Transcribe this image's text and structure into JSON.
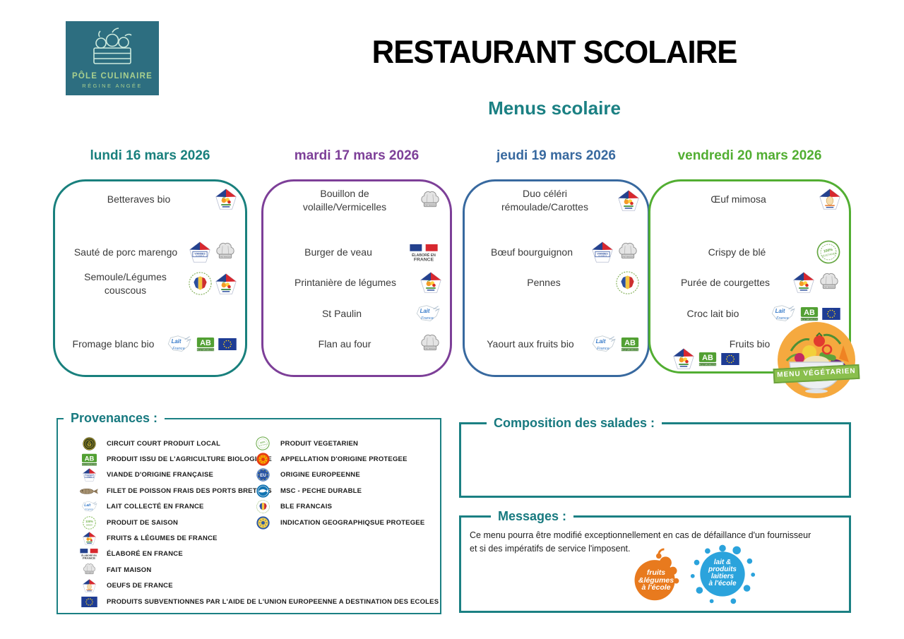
{
  "logo": {
    "title": "PÔLE CULINAIRE",
    "subtitle": "RÉGINE ANGÉE",
    "bg_color": "#2d6e80",
    "text_color": "#a9d08e",
    "icon": "vegetable-crate-icon"
  },
  "header": {
    "title": "RESTAURANT SCOLAIRE",
    "subtitle": "Menus scolaire",
    "subtitle_color": "#1b8083"
  },
  "menu": {
    "columns": [
      {
        "day": "lundi 16 mars 2026",
        "color": "#19807d",
        "items": [
          {
            "label": "Betteraves bio",
            "slot": 1,
            "badges": [
              "fruits-legumes-de-france"
            ]
          },
          {
            "label": "Sauté de porc marengo",
            "slot": 2,
            "badges": [
              "viandes-de-france",
              "fait-maison"
            ]
          },
          {
            "label": "Semoule/Légumes couscous",
            "slot": 3,
            "badges": [
              "ble-francais",
              "fruits-legumes-de-france"
            ]
          },
          {
            "label": "Fromage blanc bio",
            "slot": 5,
            "badges": [
              "lait-collecte-en-france",
              "agriculture-biologique",
              "union-europeenne"
            ]
          }
        ]
      },
      {
        "day": "mardi 17 mars 2026",
        "color": "#7d3f98",
        "items": [
          {
            "label": "Bouillon de\nvolaille/Vermicelles",
            "slot": 1,
            "badges": [
              "fait-maison"
            ]
          },
          {
            "label": "Burger de veau",
            "slot": 2,
            "badges": [
              "elabore-en-france"
            ]
          },
          {
            "label": "Printanière de légumes",
            "slot": 3,
            "badges": [
              "fruits-legumes-de-france"
            ]
          },
          {
            "label": "St Paulin",
            "slot": 4,
            "badges": [
              "lait-collecte-en-france"
            ]
          },
          {
            "label": "Flan au four",
            "slot": 5,
            "badges": [
              "fait-maison"
            ]
          }
        ]
      },
      {
        "day": "jeudi 19 mars 2026",
        "color": "#38699f",
        "items": [
          {
            "label": "Duo céléri\nrémoulade/Carottes",
            "slot": 1,
            "badges": [
              "fruits-legumes-de-france"
            ]
          },
          {
            "label": "Bœuf bourguignon",
            "slot": 2,
            "badges": [
              "viandes-de-france",
              "fait-maison"
            ]
          },
          {
            "label": "Pennes",
            "slot": 3,
            "badges": [
              "ble-francais"
            ]
          },
          {
            "label": "Yaourt aux fruits bio",
            "slot": 5,
            "badges": [
              "lait-collecte-en-france",
              "agriculture-biologique"
            ]
          }
        ]
      },
      {
        "day": "vendredi 20 mars 2026",
        "color": "#52ae32",
        "items": [
          {
            "label": "Œuf mimosa",
            "slot": 1,
            "badges": [
              "oeufs-de-france"
            ]
          },
          {
            "label": "Crispy de blé",
            "slot": 2,
            "badges": [
              "produit-vegetarien"
            ]
          },
          {
            "label": "Purée de courgettes",
            "slot": 3,
            "badges": [
              "fruits-legumes-de-france",
              "fait-maison"
            ]
          },
          {
            "label": "Croc lait bio",
            "slot": 4,
            "badges": [
              "lait-collecte-en-france",
              "agriculture-biologique",
              "union-europeenne"
            ]
          },
          {
            "label": "Fruits bio",
            "slot": 5,
            "badges": [
              "fruits-legumes-de-france",
              "agriculture-biologique",
              "union-europeenne"
            ],
            "badges_below": true
          }
        ]
      }
    ],
    "vegetarian_badge_label": "MENU VÉGÉTARIEN"
  },
  "provenances": {
    "title": "Provenances :",
    "left": [
      {
        "icon": "circuit-court",
        "label": "CIRCUIT COURT PRODUIT LOCAL"
      },
      {
        "icon": "agriculture-biologique",
        "label": "PRODUIT ISSU DE L'AGRICULTURE BIOLOGIQUE"
      },
      {
        "icon": "viandes-de-france",
        "label": "VIANDE D'ORIGINE FRANÇAISE"
      },
      {
        "icon": "poisson-breton",
        "label": "FILET DE POISSON FRAIS DES PORTS BRETONS"
      },
      {
        "icon": "lait-collecte-en-france",
        "label": "LAIT COLLECTÉ EN FRANCE"
      },
      {
        "icon": "produit-de-saison",
        "label": "PRODUIT DE SAISON"
      },
      {
        "icon": "fruits-legumes-de-france",
        "label": "FRUITS & LÉGUMES DE FRANCE"
      },
      {
        "icon": "elabore-en-france",
        "label": "ÉLABORÉ EN FRANCE"
      },
      {
        "icon": "fait-maison",
        "label": "FAIT MAISON"
      },
      {
        "icon": "oeufs-de-france",
        "label": "OEUFS DE FRANCE"
      },
      {
        "icon": "union-europeenne",
        "label": "PRODUITS SUBVENTIONNES PAR L'AIDE DE L'UNION EUROPEENNE A DESTINATION DES ECOLES"
      }
    ],
    "right": [
      {
        "icon": "produit-vegetarien",
        "label": "PRODUIT VEGETARIEN"
      },
      {
        "icon": "aop",
        "label": "APPELLATION D'ORIGINE PROTEGEE"
      },
      {
        "icon": "origine-europeenne",
        "label": "ORIGINE EUROPEENNE"
      },
      {
        "icon": "msc",
        "label": "MSC - PECHE DURABLE"
      },
      {
        "icon": "ble-francais",
        "label": "BLE FRANCAIS"
      },
      {
        "icon": "igp",
        "label": "INDICATION GEOGRAPHIQSUE PROTEGEE"
      }
    ]
  },
  "salades": {
    "title": "Composition des salades :"
  },
  "messages": {
    "title": "Messages :",
    "text": "Ce menu pourra être modifié exceptionnellement en cas de défaillance d'un fournisseur et si des impératifs de service l'imposent.",
    "logos": [
      {
        "name": "fruits-legumes-ecole-logo",
        "color": "#e87a1e",
        "lines": [
          "fruits",
          "&légumes",
          "à l'école"
        ]
      },
      {
        "name": "lait-produits-laitiers-ecole-logo",
        "color": "#2ba3dc",
        "lines": [
          "lait &",
          "produits",
          "laitiers",
          "à l'école"
        ]
      }
    ]
  }
}
